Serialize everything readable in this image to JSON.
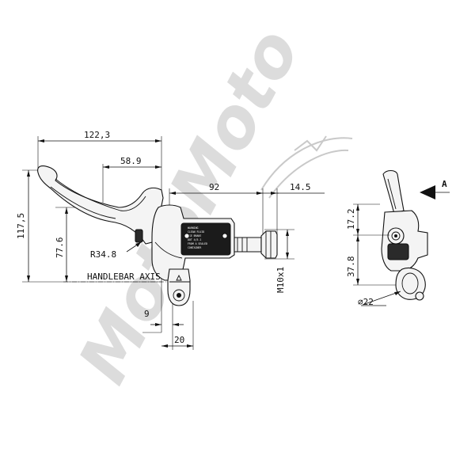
{
  "dimensions": {
    "overall_length": "122,3",
    "lever_to_pivot": "58.9",
    "body_length": "92",
    "banjo_offset": "14.5",
    "height_total": "117,5",
    "height_axis": "77.6",
    "radius": "R34.8",
    "handlebar_axis_label": "HANDLEBAR AXIS",
    "thread": "M10x1",
    "clamp_offset": "9",
    "clamp_width": "20",
    "side_upper": "17.2",
    "side_lower": "37.8",
    "bar_diameter": "⌀22",
    "view_label": "A"
  },
  "reservoir_label": {
    "lines": [
      "WARNING",
      "CLEAN FLUID",
      "USE BRAKE",
      "DOT 4/5.1",
      "FROM A SEALED",
      "CONTAINER"
    ]
  },
  "watermark": {
    "text": "MotoMoto"
  },
  "colors": {
    "line": "#111111",
    "watermark": "#dcdcdc"
  }
}
